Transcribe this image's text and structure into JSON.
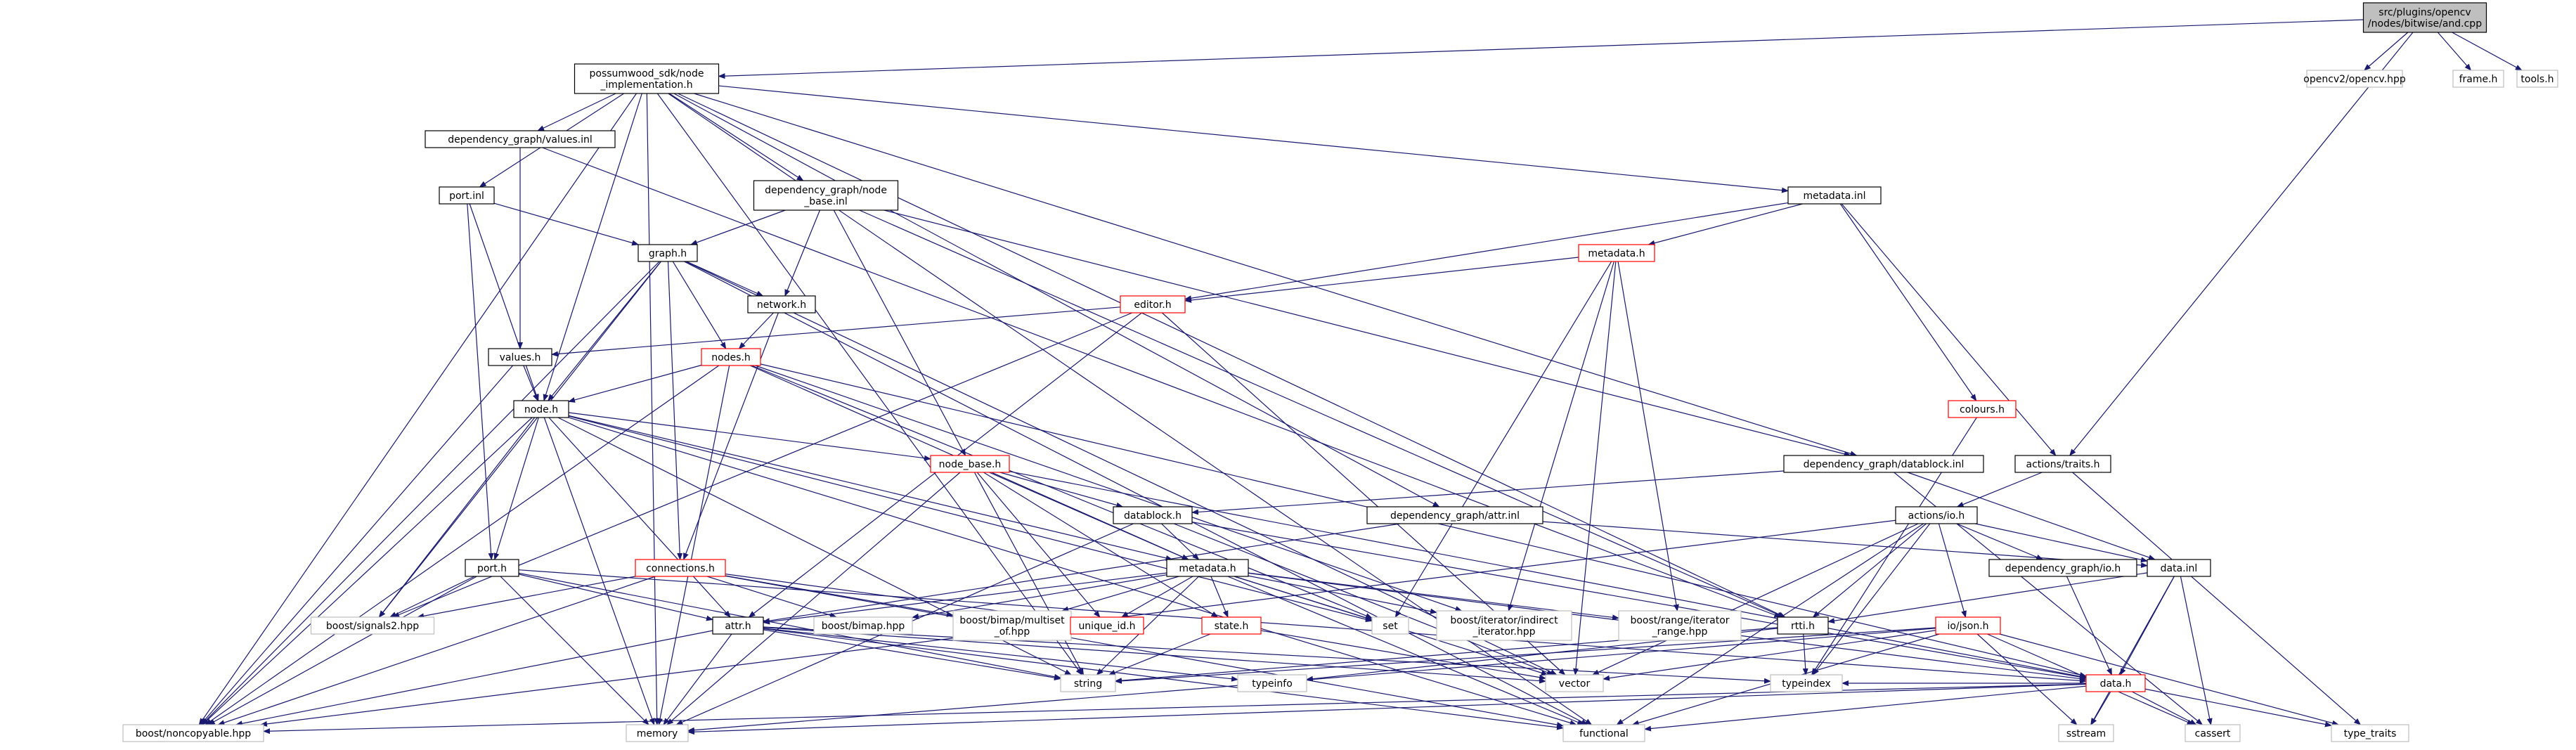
{
  "colors": {
    "black_border": "#000000",
    "red_border": "#ff0000",
    "gray_border": "#bfbfbf",
    "root_fill": "#bfbfbf",
    "node_fill": "#ffffff",
    "edge": "#191970"
  },
  "nodes": [
    {
      "id": "root",
      "label": "src/plugins/opencv\n/nodes/bitwise/and.cpp",
      "style": "root"
    },
    {
      "id": "opencv",
      "label": "opencv2/opencv.hpp",
      "style": "gray"
    },
    {
      "id": "frame",
      "label": "frame.h",
      "style": "gray"
    },
    {
      "id": "tools",
      "label": "tools.h",
      "style": "gray"
    },
    {
      "id": "possumwood",
      "label": "possumwood_sdk/node\n_implementation.h",
      "style": "black"
    },
    {
      "id": "dg_values_inl",
      "label": "dependency_graph/values.inl",
      "style": "black"
    },
    {
      "id": "port_inl",
      "label": "port.inl",
      "style": "black"
    },
    {
      "id": "dg_node_base_inl",
      "label": "dependency_graph/node\n_base.inl",
      "style": "black"
    },
    {
      "id": "metadata_inl",
      "label": "metadata.inl",
      "style": "black"
    },
    {
      "id": "metadata_h_red",
      "label": "metadata.h",
      "style": "red"
    },
    {
      "id": "graph_h",
      "label": "graph.h",
      "style": "black"
    },
    {
      "id": "network_h",
      "label": "network.h",
      "style": "black"
    },
    {
      "id": "editor_h",
      "label": "editor.h",
      "style": "red"
    },
    {
      "id": "values_h",
      "label": "values.h",
      "style": "black"
    },
    {
      "id": "nodes_h",
      "label": "nodes.h",
      "style": "red"
    },
    {
      "id": "colours_h",
      "label": "colours.h",
      "style": "red"
    },
    {
      "id": "node_h",
      "label": "node.h",
      "style": "black"
    },
    {
      "id": "node_base_h",
      "label": "node_base.h",
      "style": "red"
    },
    {
      "id": "dg_datablock_inl",
      "label": "dependency_graph/datablock.inl",
      "style": "black"
    },
    {
      "id": "actions_traits",
      "label": "actions/traits.h",
      "style": "black"
    },
    {
      "id": "datablock_h",
      "label": "datablock.h",
      "style": "black"
    },
    {
      "id": "dg_attr_inl",
      "label": "dependency_graph/attr.inl",
      "style": "black"
    },
    {
      "id": "actions_io",
      "label": "actions/io.h",
      "style": "black"
    },
    {
      "id": "port_h",
      "label": "port.h",
      "style": "black"
    },
    {
      "id": "connections_h",
      "label": "connections.h",
      "style": "red"
    },
    {
      "id": "metadata_h",
      "label": "metadata.h",
      "style": "black"
    },
    {
      "id": "dg_io_h",
      "label": "dependency_graph/io.h",
      "style": "black"
    },
    {
      "id": "data_inl",
      "label": "data.inl",
      "style": "black"
    },
    {
      "id": "attr_h",
      "label": "attr.h",
      "style": "black"
    },
    {
      "id": "boost_signals2",
      "label": "boost/signals2.hpp",
      "style": "gray"
    },
    {
      "id": "boost_bimap",
      "label": "boost/bimap.hpp",
      "style": "gray"
    },
    {
      "id": "boost_bimap_multiset",
      "label": "boost/bimap/multiset\n_of.hpp",
      "style": "gray"
    },
    {
      "id": "unique_id",
      "label": "unique_id.h",
      "style": "red"
    },
    {
      "id": "state_h",
      "label": "state.h",
      "style": "red"
    },
    {
      "id": "set",
      "label": "set",
      "style": "gray"
    },
    {
      "id": "boost_iter_indirect",
      "label": "boost/iterator/indirect\n_iterator.hpp",
      "style": "gray"
    },
    {
      "id": "boost_range_iter",
      "label": "boost/range/iterator\n_range.hpp",
      "style": "gray"
    },
    {
      "id": "rtti_h",
      "label": "rtti.h",
      "style": "black"
    },
    {
      "id": "io_json",
      "label": "io/json.h",
      "style": "red"
    },
    {
      "id": "data_h",
      "label": "data.h",
      "style": "red"
    },
    {
      "id": "string",
      "label": "string",
      "style": "gray"
    },
    {
      "id": "typeinfo",
      "label": "typeinfo",
      "style": "gray"
    },
    {
      "id": "vector",
      "label": "vector",
      "style": "gray"
    },
    {
      "id": "typeindex",
      "label": "typeindex",
      "style": "gray"
    },
    {
      "id": "boost_noncopyable",
      "label": "boost/noncopyable.hpp",
      "style": "gray"
    },
    {
      "id": "memory",
      "label": "memory",
      "style": "gray"
    },
    {
      "id": "functional",
      "label": "functional",
      "style": "gray"
    },
    {
      "id": "sstream",
      "label": "sstream",
      "style": "gray"
    },
    {
      "id": "cassert",
      "label": "cassert",
      "style": "gray"
    },
    {
      "id": "type_traits",
      "label": "type_traits",
      "style": "gray"
    }
  ],
  "edges": [
    [
      "root",
      "possumwood"
    ],
    [
      "root",
      "opencv"
    ],
    [
      "root",
      "frame"
    ],
    [
      "root",
      "tools"
    ],
    [
      "root",
      "actions_traits"
    ],
    [
      "possumwood",
      "dg_values_inl"
    ],
    [
      "possumwood",
      "port_inl"
    ],
    [
      "possumwood",
      "dg_node_base_inl"
    ],
    [
      "possumwood",
      "metadata_inl"
    ],
    [
      "possumwood",
      "node_h"
    ],
    [
      "possumwood",
      "dg_datablock_inl"
    ],
    [
      "possumwood",
      "dg_attr_inl"
    ],
    [
      "possumwood",
      "rtti_h"
    ],
    [
      "possumwood",
      "string"
    ],
    [
      "possumwood",
      "boost_noncopyable"
    ],
    [
      "possumwood",
      "memory"
    ],
    [
      "possumwood",
      "functional"
    ],
    [
      "dg_values_inl",
      "values_h"
    ],
    [
      "dg_values_inl",
      "rtti_h"
    ],
    [
      "port_inl",
      "graph_h"
    ],
    [
      "port_inl",
      "node_h"
    ],
    [
      "port_inl",
      "port_h"
    ],
    [
      "dg_node_base_inl",
      "graph_h"
    ],
    [
      "dg_node_base_inl",
      "network_h"
    ],
    [
      "dg_node_base_inl",
      "node_base_h"
    ],
    [
      "dg_node_base_inl",
      "dg_datablock_inl"
    ],
    [
      "dg_node_base_inl",
      "rtti_h"
    ],
    [
      "metadata_inl",
      "metadata_h_red"
    ],
    [
      "metadata_inl",
      "editor_h"
    ],
    [
      "metadata_inl",
      "colours_h"
    ],
    [
      "metadata_inl",
      "actions_traits"
    ],
    [
      "metadata_h_red",
      "editor_h"
    ],
    [
      "metadata_h_red",
      "set"
    ],
    [
      "metadata_h_red",
      "boost_iter_indirect"
    ],
    [
      "metadata_h_red",
      "boost_range_iter"
    ],
    [
      "metadata_h_red",
      "vector"
    ],
    [
      "graph_h",
      "network_h"
    ],
    [
      "graph_h",
      "nodes_h"
    ],
    [
      "graph_h",
      "node_h"
    ],
    [
      "graph_h",
      "connections_h"
    ],
    [
      "graph_h",
      "boost_signals2"
    ],
    [
      "graph_h",
      "boost_noncopyable"
    ],
    [
      "graph_h",
      "functional"
    ],
    [
      "graph_h",
      "vector"
    ],
    [
      "network_h",
      "nodes_h"
    ],
    [
      "network_h",
      "connections_h"
    ],
    [
      "editor_h",
      "values_h"
    ],
    [
      "editor_h",
      "attr_h"
    ],
    [
      "editor_h",
      "boost_signals2"
    ],
    [
      "editor_h",
      "vector"
    ],
    [
      "values_h",
      "node_h"
    ],
    [
      "values_h",
      "boost_noncopyable"
    ],
    [
      "nodes_h",
      "node_h"
    ],
    [
      "nodes_h",
      "metadata_h"
    ],
    [
      "nodes_h",
      "boost_iter_indirect"
    ],
    [
      "nodes_h",
      "set"
    ],
    [
      "nodes_h",
      "boost_noncopyable"
    ],
    [
      "nodes_h",
      "memory"
    ],
    [
      "nodes_h",
      "data_h"
    ],
    [
      "colours_h",
      "typeindex"
    ],
    [
      "node_h",
      "node_base_h"
    ],
    [
      "node_h",
      "port_h"
    ],
    [
      "node_h",
      "attr_h"
    ],
    [
      "node_h",
      "metadata_h"
    ],
    [
      "node_h",
      "boost_signals2"
    ],
    [
      "node_h",
      "boost_noncopyable"
    ],
    [
      "node_h",
      "memory"
    ],
    [
      "node_h",
      "string"
    ],
    [
      "node_h",
      "functional"
    ],
    [
      "node_h",
      "set"
    ],
    [
      "node_base_h",
      "datablock_h"
    ],
    [
      "node_base_h",
      "metadata_h"
    ],
    [
      "node_base_h",
      "state_h"
    ],
    [
      "node_base_h",
      "unique_id"
    ],
    [
      "node_base_h",
      "string"
    ],
    [
      "node_base_h",
      "memory"
    ],
    [
      "node_base_h",
      "data_h"
    ],
    [
      "dg_datablock_inl",
      "datablock_h"
    ],
    [
      "dg_datablock_inl",
      "data_inl"
    ],
    [
      "dg_datablock_inl",
      "cassert"
    ],
    [
      "actions_traits",
      "actions_io"
    ],
    [
      "actions_traits",
      "type_traits"
    ],
    [
      "datablock_h",
      "metadata_h"
    ],
    [
      "datablock_h",
      "memory"
    ],
    [
      "datablock_h",
      "vector"
    ],
    [
      "datablock_h",
      "data_h"
    ],
    [
      "dg_attr_inl",
      "attr_h"
    ],
    [
      "dg_attr_inl",
      "data_inl"
    ],
    [
      "actions_io",
      "dg_io_h"
    ],
    [
      "actions_io",
      "data_inl"
    ],
    [
      "actions_io",
      "io_json"
    ],
    [
      "actions_io",
      "rtti_h"
    ],
    [
      "actions_io",
      "boost_noncopyable"
    ],
    [
      "actions_io",
      "typeindex"
    ],
    [
      "actions_io",
      "functional"
    ],
    [
      "actions_io",
      "vector"
    ],
    [
      "port_h",
      "attr_h"
    ],
    [
      "port_h",
      "boost_signals2"
    ],
    [
      "port_h",
      "boost_noncopyable"
    ],
    [
      "port_h",
      "memory"
    ],
    [
      "port_h",
      "string"
    ],
    [
      "port_h",
      "data_h"
    ],
    [
      "connections_h",
      "boost_bimap"
    ],
    [
      "connections_h",
      "boost_bimap_multiset"
    ],
    [
      "connections_h",
      "unique_id"
    ],
    [
      "connections_h",
      "boost_signals2"
    ],
    [
      "connections_h",
      "boost_noncopyable"
    ],
    [
      "connections_h",
      "functional"
    ],
    [
      "metadata_h",
      "attr_h"
    ],
    [
      "metadata_h",
      "boost_bimap"
    ],
    [
      "metadata_h",
      "boost_bimap_multiset"
    ],
    [
      "metadata_h",
      "unique_id"
    ],
    [
      "metadata_h",
      "state_h"
    ],
    [
      "metadata_h",
      "set"
    ],
    [
      "metadata_h",
      "boost_iter_indirect"
    ],
    [
      "metadata_h",
      "boost_range_iter"
    ],
    [
      "metadata_h",
      "vector"
    ],
    [
      "metadata_h",
      "string"
    ],
    [
      "metadata_h",
      "functional"
    ],
    [
      "metadata_h",
      "data_h"
    ],
    [
      "dg_io_h",
      "data_h"
    ],
    [
      "data_inl",
      "rtti_h"
    ],
    [
      "data_inl",
      "data_h"
    ],
    [
      "data_inl",
      "sstream"
    ],
    [
      "data_inl",
      "cassert"
    ],
    [
      "attr_h",
      "string"
    ],
    [
      "attr_h",
      "typeinfo"
    ],
    [
      "attr_h",
      "vector"
    ],
    [
      "attr_h",
      "boost_noncopyable"
    ],
    [
      "attr_h",
      "memory"
    ],
    [
      "attr_h",
      "functional"
    ],
    [
      "attr_h",
      "typeindex"
    ],
    [
      "state_h",
      "string"
    ],
    [
      "state_h",
      "vector"
    ],
    [
      "rtti_h",
      "string"
    ],
    [
      "rtti_h",
      "typeindex"
    ],
    [
      "rtti_h",
      "typeinfo"
    ],
    [
      "io_json",
      "string"
    ],
    [
      "io_json",
      "vector"
    ],
    [
      "io_json",
      "functional"
    ],
    [
      "io_json",
      "sstream"
    ],
    [
      "io_json",
      "cassert"
    ],
    [
      "io_json",
      "type_traits"
    ],
    [
      "io_json",
      "memory"
    ],
    [
      "data_h",
      "boost_noncopyable"
    ],
    [
      "data_h",
      "memory"
    ],
    [
      "data_h",
      "functional"
    ],
    [
      "data_h",
      "sstream"
    ],
    [
      "data_h",
      "cassert"
    ],
    [
      "data_h",
      "type_traits"
    ],
    [
      "data_h",
      "typeindex"
    ]
  ]
}
